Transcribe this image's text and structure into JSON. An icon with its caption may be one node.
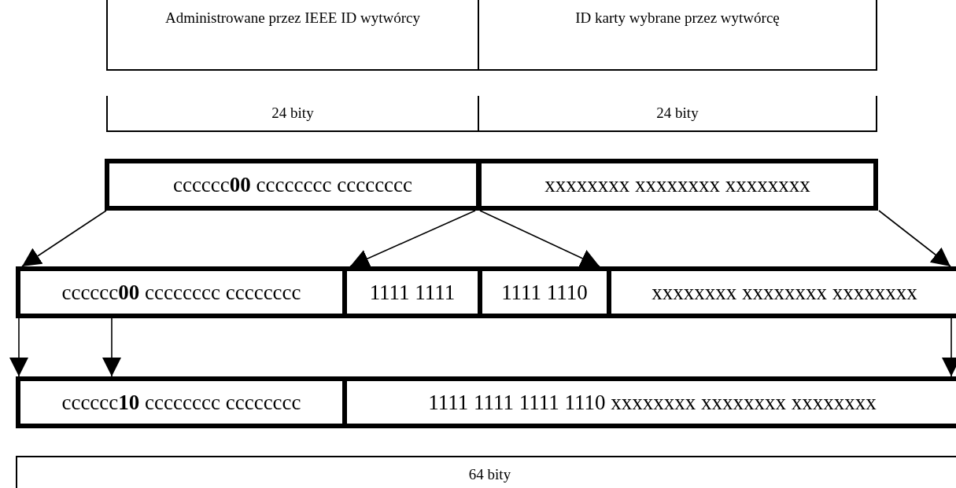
{
  "diagram": {
    "nodes": [
      {
        "text": [
          "Administrowane przez IEEE ID wytwórcy"
        ]
      },
      {
        "text": [
          "ID karty wybrane przez wytwórcę"
        ]
      },
      {
        "text": [
          "24 bity"
        ]
      },
      {
        "text": [
          "24 bity"
        ]
      },
      {
        "text": [
          "cccccc**00** cccccccc cccccccc"
        ]
      },
      {
        "text": [
          "xxxxxxxx xxxxxxxx xxxxxxxx"
        ]
      },
      {
        "text": [
          "cccccc**00** cccccccc cccccccc"
        ]
      },
      {
        "text": [
          "1111 1111"
        ]
      },
      {
        "text": [
          "1111 1110"
        ]
      },
      {
        "text": [
          "xxxxxxxx xxxxxxxx xxxxxxxx"
        ]
      },
      {
        "text": [
          "cccccc**10** cccccccc cccccccc"
        ]
      },
      {
        "text": [
          "1111 1111 1111 1110 xxxxxxxx xxxxxxxx xxxxxxxx"
        ]
      },
      {
        "text": [
          "64 bity"
        ]
      }
    ],
    "edges": [
      {
        "from": 4,
        "to": 6,
        "arrow": "to"
      },
      {
        "from": 4,
        "to": 7,
        "arrow": "to"
      },
      {
        "from": 5,
        "to": 8,
        "arrow": "to"
      },
      {
        "from": 5,
        "to": 9,
        "arrow": "to"
      },
      {
        "from": 6,
        "to": 10,
        "arrow": "to"
      },
      {
        "from": 6,
        "to": 10,
        "arrow": "to"
      },
      {
        "from": 9,
        "to": 11,
        "arrow": "to"
      }
    ]
  }
}
